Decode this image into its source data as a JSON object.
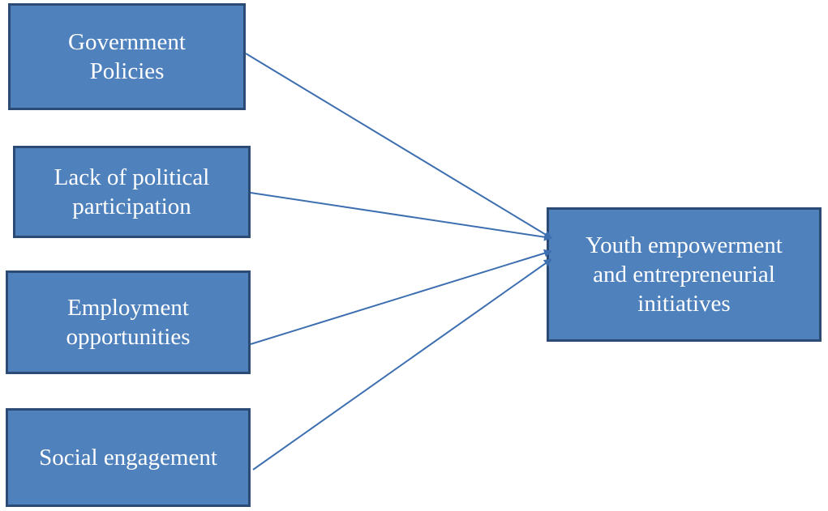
{
  "diagram": {
    "sources": [
      {
        "id": "government",
        "label": "Government\nPolicies"
      },
      {
        "id": "political",
        "label": "Lack of political\nparticipation"
      },
      {
        "id": "employment",
        "label": "Employment\nopportunities"
      },
      {
        "id": "social",
        "label": "Social engagement"
      }
    ],
    "target": {
      "id": "youth",
      "label": "Youth  empowerment\nand entrepreneurial\ninitiatives"
    },
    "edges": [
      {
        "from": "government",
        "to": "youth"
      },
      {
        "from": "political",
        "to": "youth"
      },
      {
        "from": "employment",
        "to": "youth"
      },
      {
        "from": "social",
        "to": "youth"
      }
    ],
    "colors": {
      "box_fill": "#4f81bd",
      "box_border": "#2b4a74",
      "text": "#ffffff",
      "arrow": "#3d6fb0"
    }
  }
}
